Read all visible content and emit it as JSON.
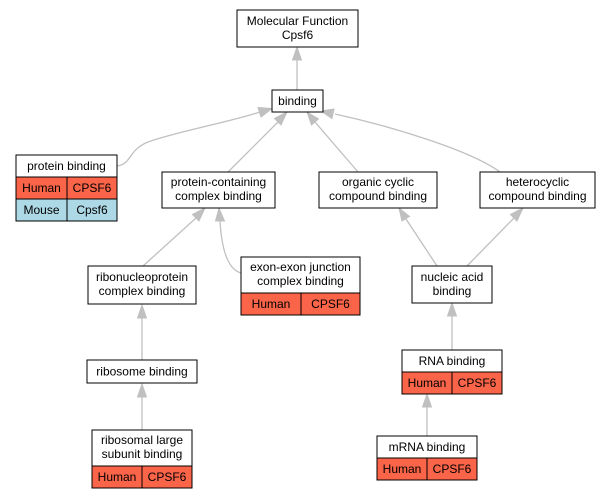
{
  "colors": {
    "human": "#fa6448",
    "mouse": "#add8e6",
    "edge": "#c0c0c0",
    "border": "#000000"
  },
  "nodes": {
    "molecular_function": {
      "lines": [
        "Molecular Function",
        "Cpsf6"
      ]
    },
    "binding": {
      "lines": [
        "binding"
      ]
    },
    "protein_binding": {
      "lines": [
        "protein binding"
      ],
      "orthologs": [
        [
          "Human",
          "CPSF6"
        ],
        [
          "Mouse",
          "Cpsf6"
        ]
      ]
    },
    "protein_containing_complex_binding": {
      "lines": [
        "protein-containing",
        "complex binding"
      ]
    },
    "organic_cyclic_compound_binding": {
      "lines": [
        "organic cyclic",
        "compound binding"
      ]
    },
    "heterocyclic_compound_binding": {
      "lines": [
        "heterocyclic",
        "compound binding"
      ]
    },
    "ribonucleoprotein_complex_binding": {
      "lines": [
        "ribonucleoprotein",
        "complex binding"
      ]
    },
    "exon_exon_junction_complex_binding": {
      "lines": [
        "exon-exon junction",
        "complex binding"
      ],
      "orthologs": [
        [
          "Human",
          "CPSF6"
        ]
      ]
    },
    "nucleic_acid_binding": {
      "lines": [
        "nucleic acid",
        "binding"
      ]
    },
    "ribosome_binding": {
      "lines": [
        "ribosome binding"
      ]
    },
    "rna_binding": {
      "lines": [
        "RNA binding"
      ],
      "orthologs": [
        [
          "Human",
          "CPSF6"
        ]
      ]
    },
    "ribosomal_large_subunit_binding": {
      "lines": [
        "ribosomal large",
        "subunit binding"
      ],
      "orthologs": [
        [
          "Human",
          "CPSF6"
        ]
      ]
    },
    "mrna_binding": {
      "lines": [
        "mRNA binding"
      ],
      "orthologs": [
        [
          "Human",
          "CPSF6"
        ]
      ]
    }
  }
}
